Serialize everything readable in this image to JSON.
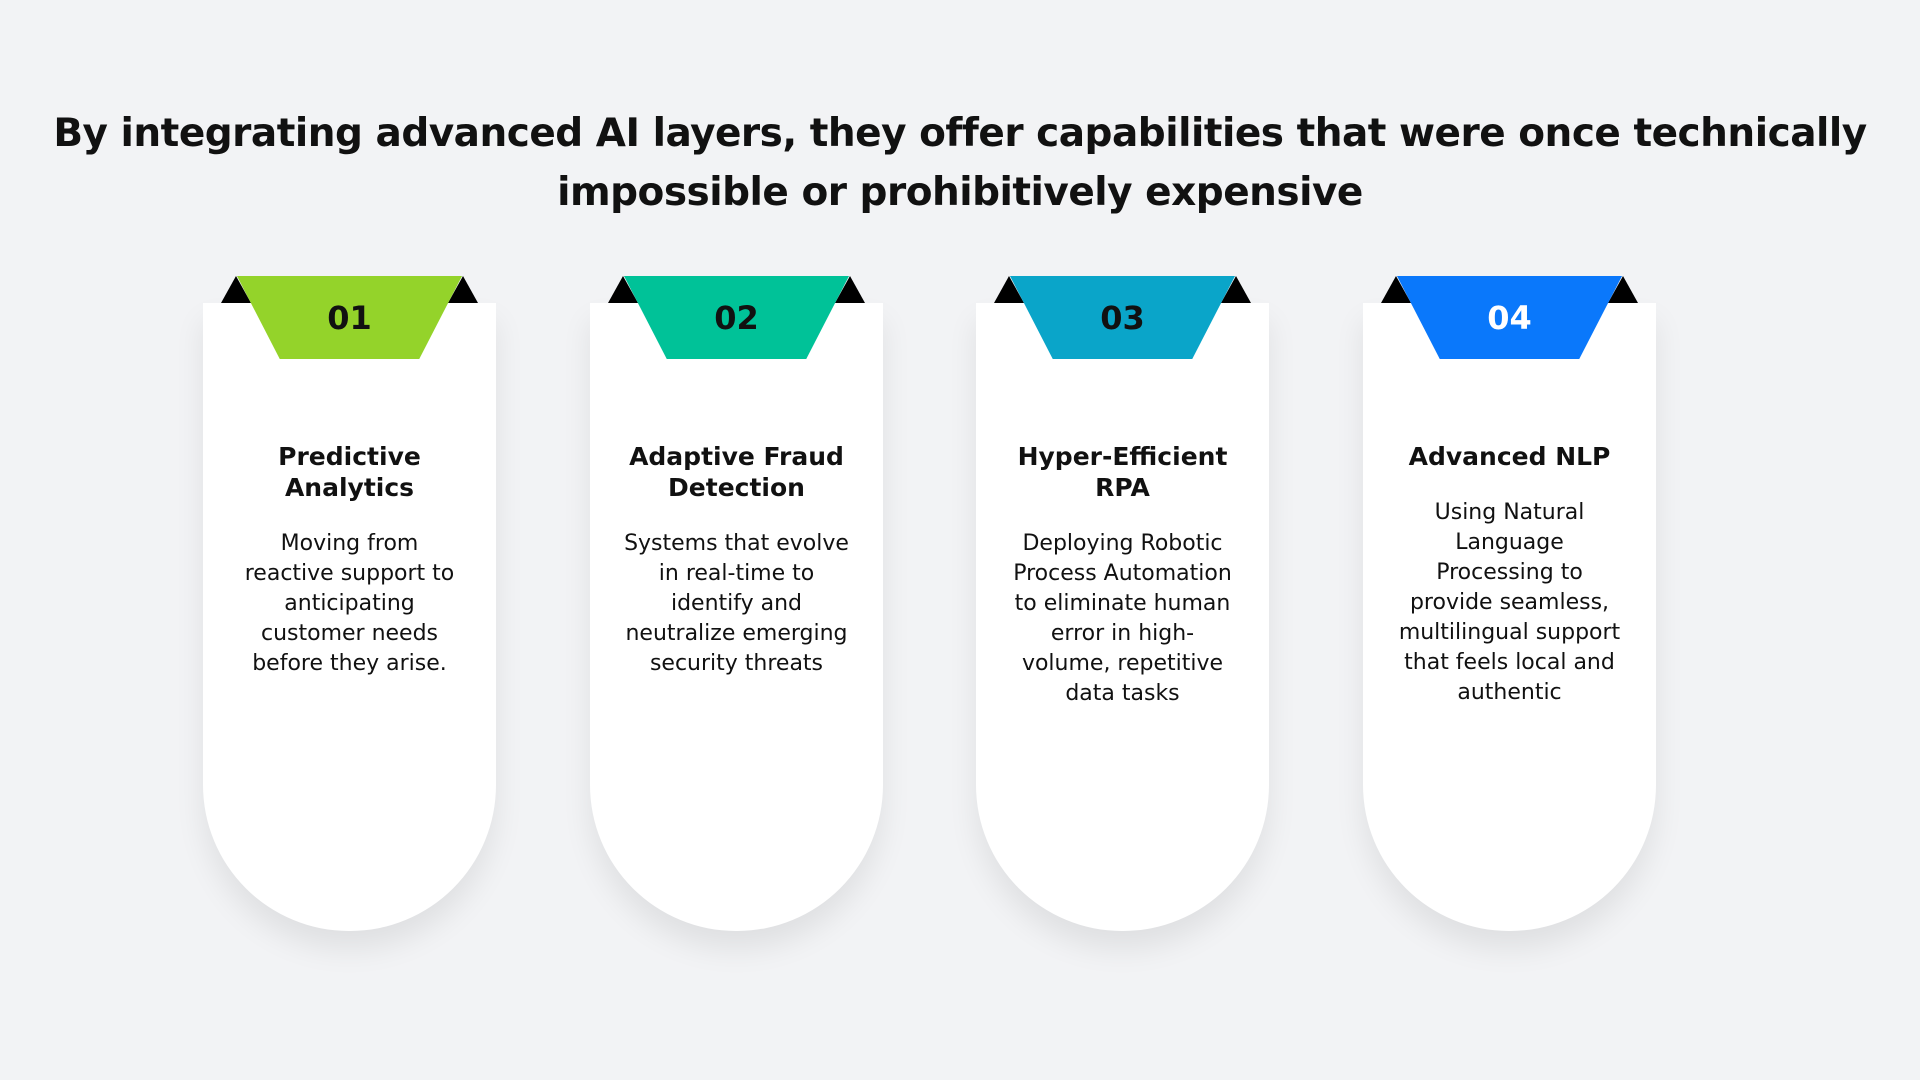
{
  "title": "By integrating advanced AI layers, they offer capabilities that were once technically impossible or prohibitively expensive",
  "cards": [
    {
      "number": "01",
      "title": "Predictive Analytics",
      "body": "Moving from reactive support to anticipating customer needs before they arise.",
      "color": "#94d32a",
      "text_color": "#111111"
    },
    {
      "number": "02",
      "title": "Adaptive Fraud Detection",
      "body": "Systems that evolve in real-time to identify and neutralize emerging security threats",
      "color": "#00c298",
      "text_color": "#111111"
    },
    {
      "number": "03",
      "title": "Hyper-Efficient RPA",
      "body": "Deploying Robotic Process Automation to eliminate human error in high-volume, repetitive data tasks",
      "color": "#0aa5c9",
      "text_color": "#111111"
    },
    {
      "number": "04",
      "title": "Advanced NLP",
      "body": "Using Natural Language Processing to provide seamless, multilingual support that feels local and authentic",
      "color": "#0a78fb",
      "text_color": "#ffffff"
    }
  ]
}
